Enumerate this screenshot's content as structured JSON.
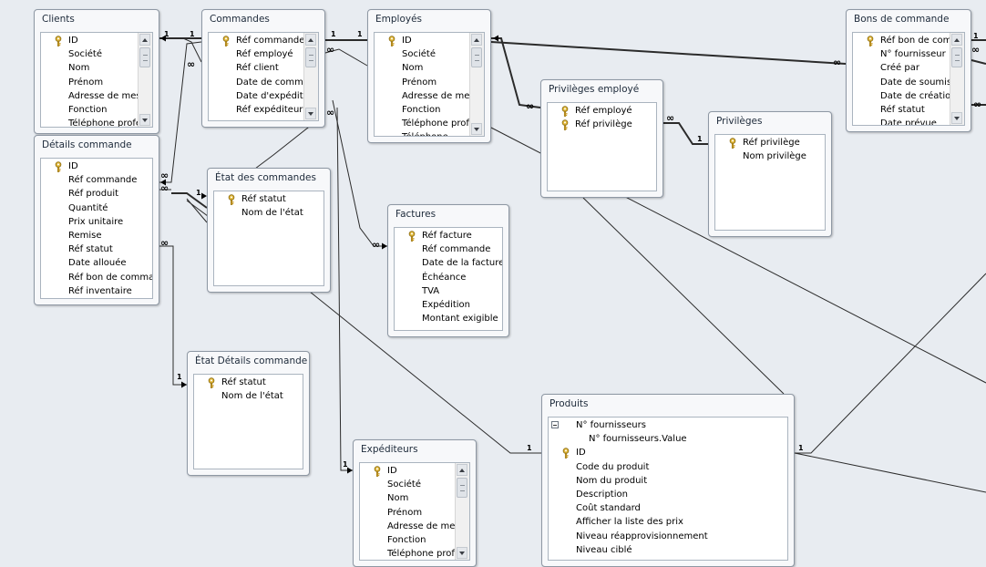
{
  "tables": [
    {
      "id": "clients",
      "title": "Clients",
      "scroll": true,
      "fields": [
        {
          "name": "ID",
          "key": true
        },
        {
          "name": "Société"
        },
        {
          "name": "Nom"
        },
        {
          "name": "Prénom"
        },
        {
          "name": "Adresse de messagerie"
        },
        {
          "name": "Fonction"
        },
        {
          "name": "Téléphone professionnel"
        }
      ]
    },
    {
      "id": "commandes",
      "title": "Commandes",
      "scroll": true,
      "fields": [
        {
          "name": "Réf commande",
          "key": true
        },
        {
          "name": "Réf employé"
        },
        {
          "name": "Réf client"
        },
        {
          "name": "Date de commande"
        },
        {
          "name": "Date d'expédition"
        },
        {
          "name": "Réf expéditeur"
        }
      ]
    },
    {
      "id": "employes",
      "title": "Employés",
      "scroll": true,
      "fields": [
        {
          "name": "ID",
          "key": true
        },
        {
          "name": "Société"
        },
        {
          "name": "Nom"
        },
        {
          "name": "Prénom"
        },
        {
          "name": "Adresse de messagerie"
        },
        {
          "name": "Fonction"
        },
        {
          "name": "Téléphone professionnel"
        },
        {
          "name": "Téléphone"
        }
      ]
    },
    {
      "id": "bons",
      "title": "Bons de commande",
      "scroll": true,
      "fields": [
        {
          "name": "Réf bon de commande",
          "key": true
        },
        {
          "name": "N° fournisseur"
        },
        {
          "name": "Créé par"
        },
        {
          "name": "Date de soumission"
        },
        {
          "name": "Date de création"
        },
        {
          "name": "Réf statut"
        },
        {
          "name": "Date prévue"
        }
      ]
    },
    {
      "id": "details",
      "title": "Détails commande",
      "scroll": false,
      "fields": [
        {
          "name": "ID",
          "key": true
        },
        {
          "name": "Réf commande"
        },
        {
          "name": "Réf produit"
        },
        {
          "name": "Quantité"
        },
        {
          "name": "Prix unitaire"
        },
        {
          "name": "Remise"
        },
        {
          "name": "Réf statut"
        },
        {
          "name": "Date allouée"
        },
        {
          "name": "Réf bon de commande"
        },
        {
          "name": "Réf inventaire"
        }
      ]
    },
    {
      "id": "privemp",
      "title": "Privilèges employé",
      "scroll": false,
      "fields": [
        {
          "name": "Réf employé",
          "key": true
        },
        {
          "name": "Réf privilège",
          "key": true
        }
      ]
    },
    {
      "id": "priv",
      "title": "Privilèges",
      "scroll": false,
      "fields": [
        {
          "name": "Réf privilège",
          "key": true
        },
        {
          "name": "Nom privilège"
        }
      ]
    },
    {
      "id": "etatcmd",
      "title": "État des commandes",
      "scroll": false,
      "fields": [
        {
          "name": "Réf statut",
          "key": true
        },
        {
          "name": "Nom de l'état"
        }
      ]
    },
    {
      "id": "factures",
      "title": "Factures",
      "scroll": false,
      "fields": [
        {
          "name": "Réf facture",
          "key": true
        },
        {
          "name": "Réf commande"
        },
        {
          "name": "Date de la facture"
        },
        {
          "name": "Échéance"
        },
        {
          "name": "TVA"
        },
        {
          "name": "Expédition"
        },
        {
          "name": "Montant exigible"
        }
      ]
    },
    {
      "id": "etatdet",
      "title": "État Détails commande",
      "scroll": false,
      "fields": [
        {
          "name": "Réf statut",
          "key": true
        },
        {
          "name": "Nom de l'état"
        }
      ]
    },
    {
      "id": "expediteurs",
      "title": "Expéditeurs",
      "scroll": true,
      "fields": [
        {
          "name": "ID",
          "key": true
        },
        {
          "name": "Société"
        },
        {
          "name": "Nom"
        },
        {
          "name": "Prénom"
        },
        {
          "name": "Adresse de messagerie"
        },
        {
          "name": "Fonction"
        },
        {
          "name": "Téléphone professionnel"
        }
      ]
    },
    {
      "id": "produits",
      "title": "Produits",
      "scroll": false,
      "fields": [
        {
          "name": "N° fournisseurs",
          "group": true
        },
        {
          "name": "N° fournisseurs.Value",
          "sub": true
        },
        {
          "name": "ID",
          "key": true
        },
        {
          "name": "Code du produit"
        },
        {
          "name": "Nom du produit"
        },
        {
          "name": "Description"
        },
        {
          "name": "Coût standard"
        },
        {
          "name": "Afficher la liste des prix"
        },
        {
          "name": "Niveau réapprovisionnement"
        },
        {
          "name": "Niveau ciblé"
        }
      ]
    }
  ],
  "relationships": {
    "one_label": "1",
    "many_label": "∞"
  }
}
